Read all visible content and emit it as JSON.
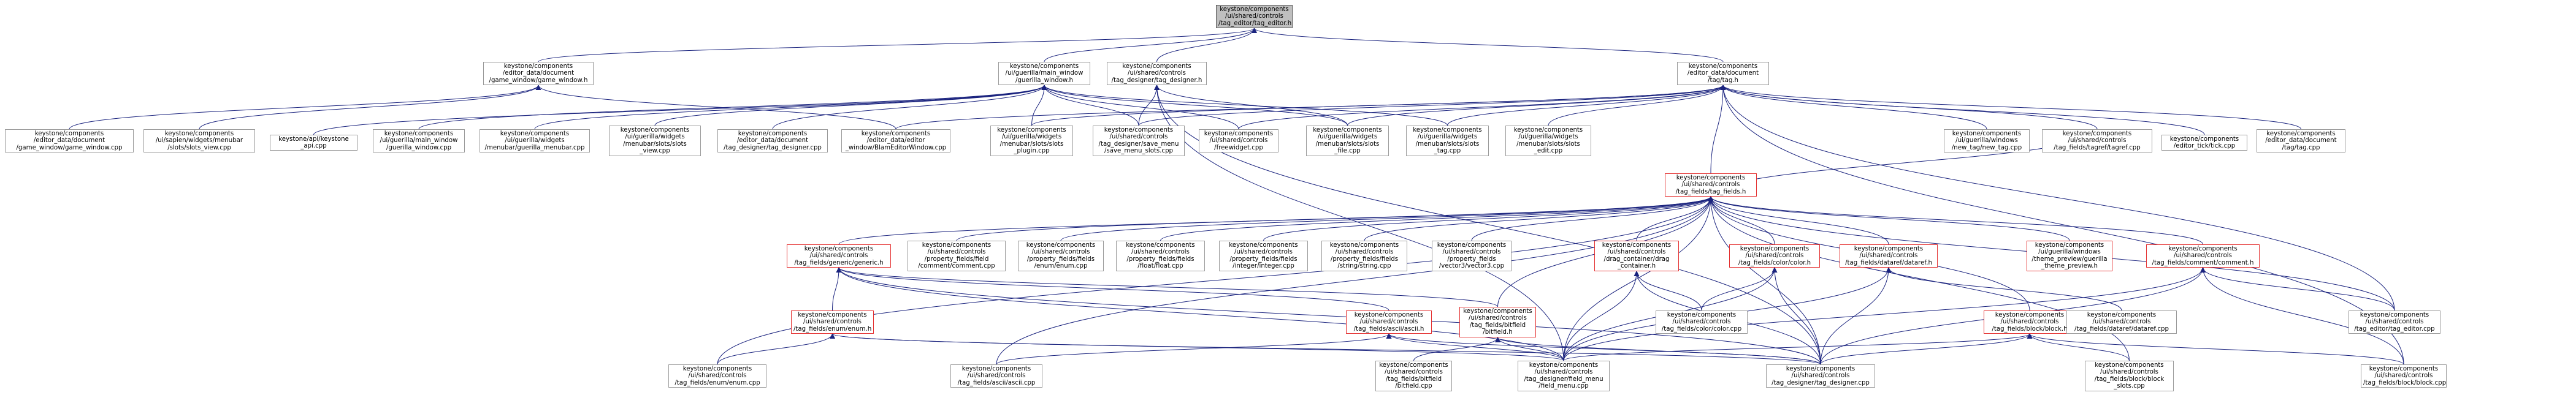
{
  "graph": {
    "root": "keystone/components/ui/shared/controls/tag_editor/tag_editor.h",
    "nodes": [
      {
        "id": "root",
        "label": "keystone/components\n/ui/shared/controls\n/tag_editor/tag_editor.h",
        "style": "root"
      },
      {
        "id": "game_window_h",
        "label": "keystone/components\n/editor_data/document\n/game_window/game_window.h",
        "style": "plain"
      },
      {
        "id": "guerilla_window_h",
        "label": "keystone/components\n/ui/guerilla/main_window\n/guerilla_window.h",
        "style": "plain"
      },
      {
        "id": "tag_designer_h",
        "label": "keystone/components\n/ui/shared/controls\n/tag_designer/tag_designer.h",
        "style": "plain"
      },
      {
        "id": "tag_h",
        "label": "keystone/components\n/editor_data/document\n/tag/tag.h",
        "style": "plain"
      },
      {
        "id": "game_window_cpp",
        "label": "keystone/components\n/editor_data/document\n/game_window/game_window.cpp",
        "style": "plain"
      },
      {
        "id": "slots_view_cpp",
        "label": "keystone/components\n/ui/sapien/widgets/menubar\n/slots/slots_view.cpp",
        "style": "plain"
      },
      {
        "id": "keystone_api_cpp",
        "label": "keystone/api/keystone\n_api.cpp",
        "style": "plain"
      },
      {
        "id": "guerilla_window_cpp",
        "label": "keystone/components\n/ui/guerilla/main_window\n/guerilla_window.cpp",
        "style": "plain"
      },
      {
        "id": "guerilla_menubar_cpp",
        "label": "keystone/components\n/ui/guerilla/widgets\n/menubar/guerilla_menubar.cpp",
        "style": "plain"
      },
      {
        "id": "slots_view2_cpp",
        "label": "keystone/components\n/ui/guerilla/widgets\n/menubar/slots/slots\n_view.cpp",
        "style": "plain"
      },
      {
        "id": "tag_designer_cpp_top",
        "label": "keystone/components\n/editor_data/document\n/tag_designer/tag_designer.cpp",
        "style": "plain"
      },
      {
        "id": "blam_editor_window_cpp",
        "label": "keystone/components\n/editor_data/editor\n_window/BlamEditorWindow.cpp",
        "style": "plain"
      },
      {
        "id": "slots_plugin_cpp",
        "label": "keystone/components\n/ui/guerilla/widgets\n/menubar/slots/slots\n_plugin.cpp",
        "style": "plain"
      },
      {
        "id": "save_menu_slots_cpp",
        "label": "keystone/components\n/ui/shared/controls\n/tag_designer/save_menu\n/save_menu_slots.cpp",
        "style": "plain"
      },
      {
        "id": "freewidget_cpp",
        "label": "keystone/components\n/ui/shared/controls\n/freewidget.cpp",
        "style": "plain"
      },
      {
        "id": "slots_file_cpp",
        "label": "keystone/components\n/ui/guerilla/widgets\n/menubar/slots/slots\n_file.cpp",
        "style": "plain"
      },
      {
        "id": "slots_tag_cpp",
        "label": "keystone/components\n/ui/guerilla/widgets\n/menubar/slots/slots\n_tag.cpp",
        "style": "plain"
      },
      {
        "id": "slots_edit_cpp",
        "label": "keystone/components\n/ui/guerilla/widgets\n/menubar/slots/slots\n_edit.cpp",
        "style": "plain"
      },
      {
        "id": "new_tag_cpp",
        "label": "keystone/components\n/ui/guerilla/windows\n/new_tag/new_tag.cpp",
        "style": "plain"
      },
      {
        "id": "tagref_cpp",
        "label": "keystone/components\n/ui/shared/controls\n/tag_fields/tagref/tagref.cpp",
        "style": "plain"
      },
      {
        "id": "tick_cpp",
        "label": "keystone/components\n/editor_tick/tick.cpp",
        "style": "plain"
      },
      {
        "id": "tag_cpp",
        "label": "keystone/components\n/editor_data/document\n/tag/tag.cpp",
        "style": "plain"
      },
      {
        "id": "tag_fields_h",
        "label": "keystone/components\n/ui/shared/controls\n/tag_fields/tag_fields.h",
        "style": "red"
      },
      {
        "id": "generic_h",
        "label": "keystone/components\n/ui/shared/controls\n/tag_fields/generic/generic.h",
        "style": "red"
      },
      {
        "id": "comment_cpp",
        "label": "keystone/components\n/ui/shared/controls\n/property_fields/field\n/comment/comment.cpp",
        "style": "plain"
      },
      {
        "id": "enum_cpp_mid",
        "label": "keystone/components\n/ui/shared/controls\n/property_fields/fields\n/enum/enum.cpp",
        "style": "plain"
      },
      {
        "id": "float_cpp",
        "label": "keystone/components\n/ui/shared/controls\n/property_fields/fields\n/float/float.cpp",
        "style": "plain"
      },
      {
        "id": "integer_cpp",
        "label": "keystone/components\n/ui/shared/controls\n/property_fields/fields\n/integer/integer.cpp",
        "style": "plain"
      },
      {
        "id": "string_cpp",
        "label": "keystone/components\n/ui/shared/controls\n/property_fields/fields\n/string/string.cpp",
        "style": "plain"
      },
      {
        "id": "vector3_cpp",
        "label": "keystone/components\n/ui/shared/controls\n/property_fields\n/vector3/vector3.cpp",
        "style": "plain"
      },
      {
        "id": "drag_container_h",
        "label": "keystone/components\n/ui/shared/controls\n/drag_container/drag\n_container.h",
        "style": "red"
      },
      {
        "id": "color_h",
        "label": "keystone/components\n/ui/shared/controls\n/tag_fields/color/color.h",
        "style": "red"
      },
      {
        "id": "dataref_h",
        "label": "keystone/components\n/ui/shared/controls\n/tag_fields/dataref/dataref.h",
        "style": "red"
      },
      {
        "id": "theme_preview_h",
        "label": "keystone/components\n/ui/guerilla/windows\n/theme_preview/guerilla\n_theme_preview.h",
        "style": "red"
      },
      {
        "id": "comment_h",
        "label": "keystone/components\n/ui/shared/controls\n/tag_fields/comment/comment.h",
        "style": "red"
      },
      {
        "id": "enum_h",
        "label": "keystone/components\n/ui/shared/controls\n/tag_fields/enum/enum.h",
        "style": "red"
      },
      {
        "id": "ascii_h",
        "label": "keystone/components\n/ui/shared/controls\n/tag_fields/ascii/ascii.h",
        "style": "red"
      },
      {
        "id": "bitfield_h",
        "label": "keystone/components\n/ui/shared/controls\n/tag_fields/bitfield\n/bitfield.h",
        "style": "red"
      },
      {
        "id": "color_cpp",
        "label": "keystone/components\n/ui/shared/controls\n/tag_fields/color/color.cpp",
        "style": "plain"
      },
      {
        "id": "block_h",
        "label": "keystone/components\n/ui/shared/controls\n/tag_fields/block/block.h",
        "style": "red"
      },
      {
        "id": "dataref_cpp",
        "label": "keystone/components\n/ui/shared/controls\n/tag_fields/dataref/dataref.cpp",
        "style": "plain"
      },
      {
        "id": "tag_editor_cpp",
        "label": "keystone/components\n/ui/shared/controls\n/tag_editor/tag_editor.cpp",
        "style": "plain"
      },
      {
        "id": "enum_cpp_bottom",
        "label": "keystone/components\n/ui/shared/controls\n/tag_fields/enum/enum.cpp",
        "style": "plain"
      },
      {
        "id": "ascii_cpp",
        "label": "keystone/components\n/ui/shared/controls\n/tag_fields/ascii/ascii.cpp",
        "style": "plain"
      },
      {
        "id": "bitfield_cpp",
        "label": "keystone/components\n/ui/shared/controls\n/tag_fields/bitfield\n/bitfield.cpp",
        "style": "plain"
      },
      {
        "id": "field_menu_cpp",
        "label": "keystone/components\n/ui/shared/controls\n/tag_designer/field_menu\n/field_menu.cpp",
        "style": "plain"
      },
      {
        "id": "tag_designer_cpp",
        "label": "keystone/components\n/ui/shared/controls\n/tag_designer/tag_designer.cpp",
        "style": "plain"
      },
      {
        "id": "block_slots_cpp",
        "label": "keystone/components\n/ui/shared/controls\n/tag_fields/block/block\n_slots.cpp",
        "style": "plain"
      },
      {
        "id": "block_cpp",
        "label": "keystone/components\n/ui/shared/controls\n/tag_fields/block/block.cpp",
        "style": "plain"
      }
    ],
    "edges": [
      [
        "game_window_h",
        "root"
      ],
      [
        "guerilla_window_h",
        "root"
      ],
      [
        "tag_designer_h",
        "root"
      ],
      [
        "tag_h",
        "root"
      ],
      [
        "game_window_cpp",
        "game_window_h"
      ],
      [
        "slots_view_cpp",
        "game_window_h"
      ],
      [
        "blam_editor_window_cpp",
        "game_window_h"
      ],
      [
        "keystone_api_cpp",
        "guerilla_window_h"
      ],
      [
        "guerilla_window_cpp",
        "guerilla_window_h"
      ],
      [
        "guerilla_menubar_cpp",
        "guerilla_window_h"
      ],
      [
        "slots_view2_cpp",
        "guerilla_window_h"
      ],
      [
        "tag_designer_cpp_top",
        "guerilla_window_h"
      ],
      [
        "slots_plugin_cpp",
        "guerilla_window_h"
      ],
      [
        "save_menu_slots_cpp",
        "guerilla_window_h"
      ],
      [
        "freewidget_cpp",
        "guerilla_window_h"
      ],
      [
        "slots_file_cpp",
        "guerilla_window_h"
      ],
      [
        "slots_tag_cpp",
        "guerilla_window_h"
      ],
      [
        "save_menu_slots_cpp",
        "tag_designer_h"
      ],
      [
        "slots_file_cpp",
        "tag_designer_h"
      ],
      [
        "field_menu_cpp",
        "tag_designer_h"
      ],
      [
        "tag_designer_cpp",
        "tag_designer_h"
      ],
      [
        "blam_editor_window_cpp",
        "tag_h"
      ],
      [
        "slots_plugin_cpp",
        "tag_h"
      ],
      [
        "save_menu_slots_cpp",
        "tag_h"
      ],
      [
        "freewidget_cpp",
        "tag_h"
      ],
      [
        "slots_file_cpp",
        "tag_h"
      ],
      [
        "slots_tag_cpp",
        "tag_h"
      ],
      [
        "slots_edit_cpp",
        "tag_h"
      ],
      [
        "new_tag_cpp",
        "tag_h"
      ],
      [
        "tagref_cpp",
        "tag_h"
      ],
      [
        "tick_cpp",
        "tag_h"
      ],
      [
        "tag_cpp",
        "tag_h"
      ],
      [
        "tag_fields_h",
        "tag_h"
      ],
      [
        "tag_editor_cpp",
        "tag_h"
      ],
      [
        "block_cpp",
        "tag_h"
      ],
      [
        "generic_h",
        "tag_fields_h"
      ],
      [
        "comment_cpp",
        "tag_fields_h"
      ],
      [
        "enum_cpp_mid",
        "tag_fields_h"
      ],
      [
        "float_cpp",
        "tag_fields_h"
      ],
      [
        "integer_cpp",
        "tag_fields_h"
      ],
      [
        "string_cpp",
        "tag_fields_h"
      ],
      [
        "vector3_cpp",
        "tag_fields_h"
      ],
      [
        "drag_container_h",
        "tag_fields_h"
      ],
      [
        "color_h",
        "tag_fields_h"
      ],
      [
        "dataref_h",
        "tag_fields_h"
      ],
      [
        "theme_preview_h",
        "tag_fields_h"
      ],
      [
        "comment_h",
        "tag_fields_h"
      ],
      [
        "bitfield_h",
        "tag_fields_h"
      ],
      [
        "block_h",
        "tag_fields_h"
      ],
      [
        "tagref_cpp",
        "tag_fields_h"
      ],
      [
        "tag_editor_cpp",
        "tag_fields_h"
      ],
      [
        "enum_cpp_bottom",
        "tag_fields_h"
      ],
      [
        "ascii_cpp",
        "tag_fields_h"
      ],
      [
        "field_menu_cpp",
        "tag_fields_h"
      ],
      [
        "tag_designer_cpp",
        "tag_fields_h"
      ],
      [
        "block_slots_cpp",
        "tag_fields_h"
      ],
      [
        "enum_h",
        "generic_h"
      ],
      [
        "ascii_h",
        "generic_h"
      ],
      [
        "bitfield_h",
        "generic_h"
      ],
      [
        "field_menu_cpp",
        "generic_h"
      ],
      [
        "tag_designer_cpp",
        "generic_h"
      ],
      [
        "enum_cpp_bottom",
        "enum_h"
      ],
      [
        "field_menu_cpp",
        "enum_h"
      ],
      [
        "tag_designer_cpp",
        "enum_h"
      ],
      [
        "ascii_cpp",
        "ascii_h"
      ],
      [
        "field_menu_cpp",
        "ascii_h"
      ],
      [
        "tag_designer_cpp",
        "ascii_h"
      ],
      [
        "bitfield_cpp",
        "bitfield_h"
      ],
      [
        "field_menu_cpp",
        "bitfield_h"
      ],
      [
        "tag_designer_cpp",
        "bitfield_h"
      ],
      [
        "field_menu_cpp",
        "drag_container_h"
      ],
      [
        "tag_designer_cpp",
        "drag_container_h"
      ],
      [
        "color_cpp",
        "drag_container_h"
      ],
      [
        "color_cpp",
        "color_h"
      ],
      [
        "field_menu_cpp",
        "color_h"
      ],
      [
        "tag_designer_cpp",
        "color_h"
      ],
      [
        "dataref_cpp",
        "dataref_h"
      ],
      [
        "field_menu_cpp",
        "dataref_h"
      ],
      [
        "tag_designer_cpp",
        "dataref_h"
      ],
      [
        "tag_editor_cpp",
        "comment_h"
      ],
      [
        "field_menu_cpp",
        "comment_h"
      ],
      [
        "tag_designer_cpp",
        "comment_h"
      ],
      [
        "block_cpp",
        "comment_h"
      ],
      [
        "field_menu_cpp",
        "block_h"
      ],
      [
        "tag_designer_cpp",
        "block_h"
      ],
      [
        "block_slots_cpp",
        "block_h"
      ],
      [
        "block_cpp",
        "block_h"
      ]
    ]
  }
}
